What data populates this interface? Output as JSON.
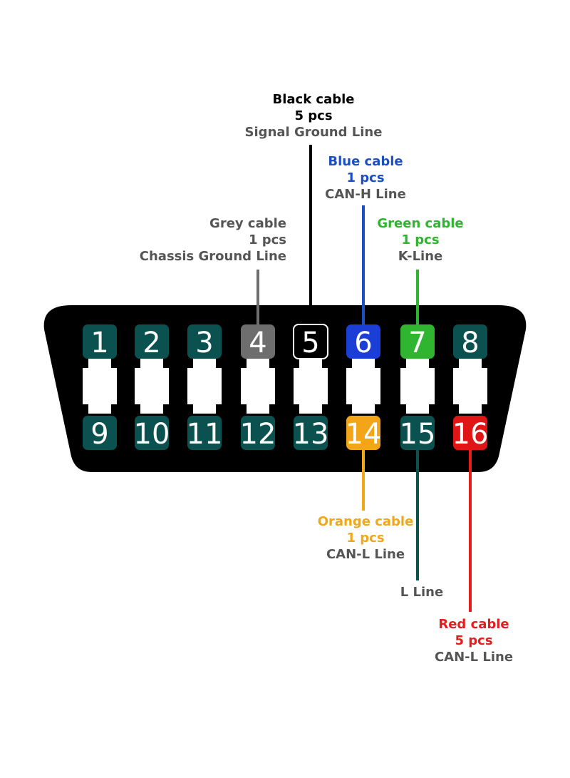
{
  "pins": [
    {
      "number": "1",
      "color": "#0b5150",
      "border": "#0b5150"
    },
    {
      "number": "2",
      "color": "#0b5150",
      "border": "#0b5150"
    },
    {
      "number": "3",
      "color": "#0b5150",
      "border": "#0b5150"
    },
    {
      "number": "4",
      "color": "#6e6e6e",
      "border": "#6e6e6e"
    },
    {
      "number": "5",
      "color": "#000000",
      "border": "#ffffff"
    },
    {
      "number": "6",
      "color": "#1b3fd6",
      "border": "#1b3fd6"
    },
    {
      "number": "7",
      "color": "#2fb52f",
      "border": "#2fb52f"
    },
    {
      "number": "8",
      "color": "#0b5150",
      "border": "#0b5150"
    },
    {
      "number": "9",
      "color": "#0b5150",
      "border": "#0b5150"
    },
    {
      "number": "10",
      "color": "#0b5150",
      "border": "#0b5150"
    },
    {
      "number": "11",
      "color": "#0b5150",
      "border": "#0b5150"
    },
    {
      "number": "12",
      "color": "#0b5150",
      "border": "#0b5150"
    },
    {
      "number": "13",
      "color": "#0b5150",
      "border": "#0b5150"
    },
    {
      "number": "14",
      "color": "#f2a516",
      "border": "#f2a516"
    },
    {
      "number": "15",
      "color": "#0b5150",
      "border": "#0b5150"
    },
    {
      "number": "16",
      "color": "#e01515",
      "border": "#e01515"
    }
  ],
  "cables": {
    "black": {
      "name": "Black cable",
      "qty": "5 pcs",
      "line": "Signal Ground Line",
      "color": "#000000",
      "pin": "5"
    },
    "blue": {
      "name": "Blue cable",
      "qty": "1 pcs",
      "line": "CAN-H Line",
      "color": "#1b4fc4",
      "pin": "6"
    },
    "grey": {
      "name": "Grey cable",
      "qty": "1 pcs",
      "line": "Chassis Ground Line",
      "color": "#6e6e6e",
      "pin": "4"
    },
    "green": {
      "name": "Green cable",
      "qty": "1 pcs",
      "line": "K-Line",
      "color": "#2db52d",
      "pin": "7"
    },
    "orange": {
      "name": "Orange cable",
      "qty": "1 pcs",
      "line": "CAN-L Line",
      "color": "#f0a718",
      "pin": "14"
    },
    "teal": {
      "line": "L Line",
      "color": "#0b5150",
      "pin": "15"
    },
    "red": {
      "name": "Red cable",
      "qty": "5 pcs",
      "line": "CAN-L Line",
      "color": "#e31e1e",
      "pin": "16"
    }
  },
  "connector": {
    "body_color": "#000000",
    "slot_color": "#ffffff",
    "text_color": "#ffffff"
  }
}
